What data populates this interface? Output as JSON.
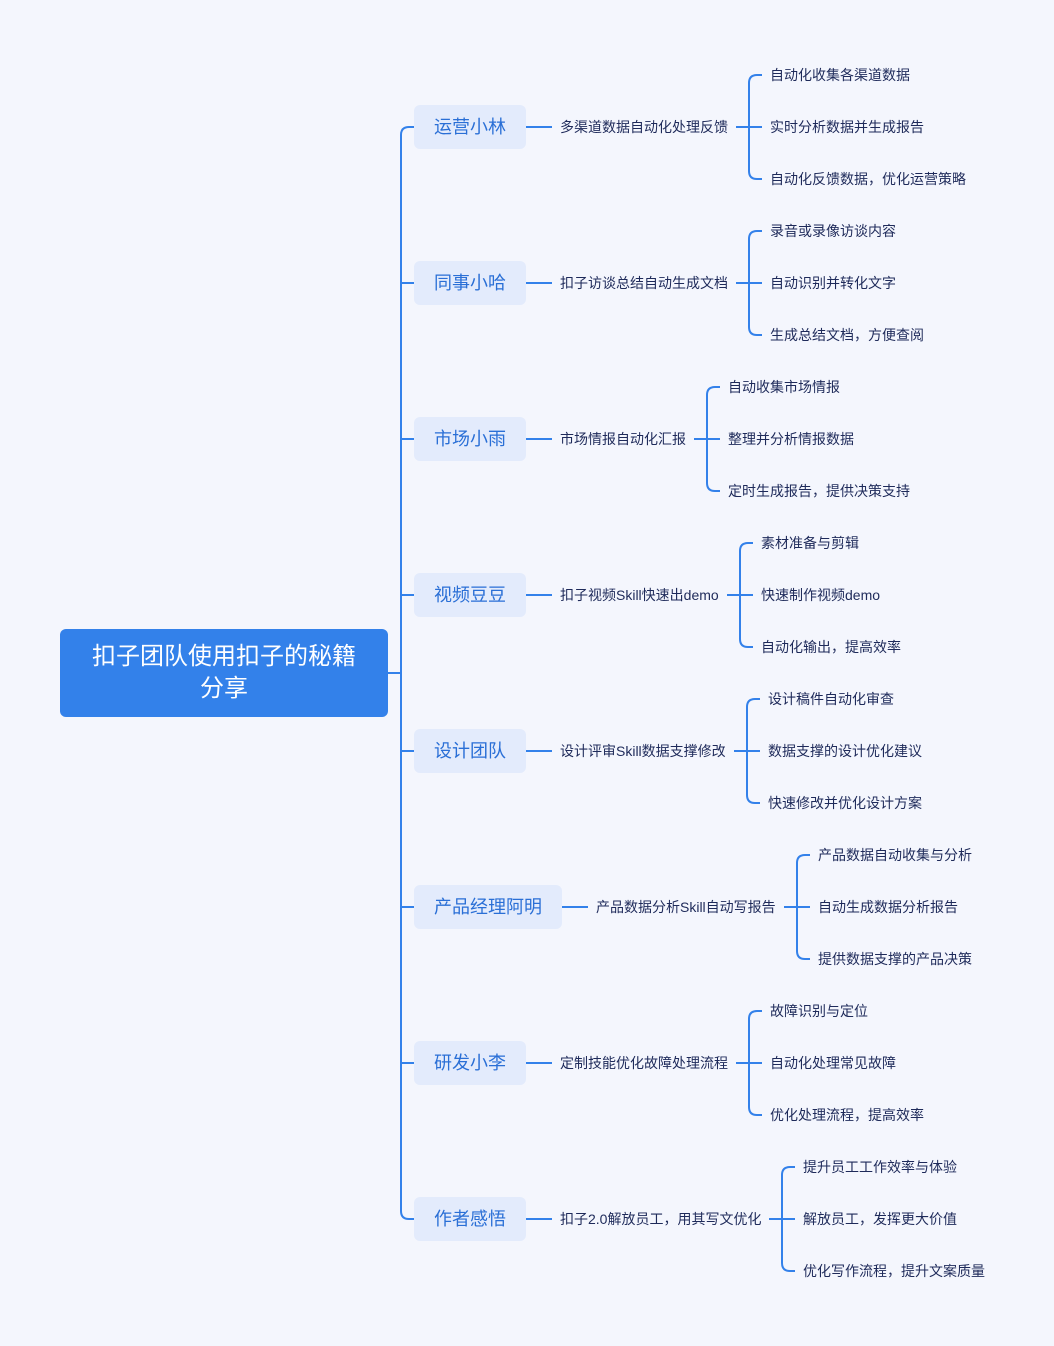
{
  "root": {
    "title": "扣子团队使用扣子的秘籍分享"
  },
  "colors": {
    "accent": "#3381ea",
    "branch_bg": "#e3ebfc",
    "branch_text": "#2a6fd6",
    "text": "#1e2a5a",
    "background": "#f4f6fd"
  },
  "branches": [
    {
      "label": "运营小林",
      "summary": "多渠道数据自动化处理反馈",
      "leaves": [
        "自动化收集各渠道数据",
        "实时分析数据并生成报告",
        "自动化反馈数据，优化运营策略"
      ]
    },
    {
      "label": "同事小哈",
      "summary": "扣子访谈总结自动生成文档",
      "leaves": [
        "录音或录像访谈内容",
        "自动识别并转化文字",
        "生成总结文档，方便查阅"
      ]
    },
    {
      "label": "市场小雨",
      "summary": "市场情报自动化汇报",
      "leaves": [
        "自动收集市场情报",
        "整理并分析情报数据",
        "定时生成报告，提供决策支持"
      ]
    },
    {
      "label": "视频豆豆",
      "summary": "扣子视频Skill快速出demo",
      "leaves": [
        "素材准备与剪辑",
        "快速制作视频demo",
        "自动化输出，提高效率"
      ]
    },
    {
      "label": "设计团队",
      "summary": "设计评审Skill数据支撑修改",
      "leaves": [
        "设计稿件自动化审查",
        "数据支撑的设计优化建议",
        "快速修改并优化设计方案"
      ]
    },
    {
      "label": "产品经理阿明",
      "summary": "产品数据分析Skill自动写报告",
      "leaves": [
        "产品数据自动收集与分析",
        "自动生成数据分析报告",
        "提供数据支撑的产品决策"
      ]
    },
    {
      "label": "研发小李",
      "summary": "定制技能优化故障处理流程",
      "leaves": [
        "故障识别与定位",
        "自动化处理常见故障",
        "优化处理流程，提高效率"
      ]
    },
    {
      "label": "作者感悟",
      "summary": "扣子2.0解放员工，用其写文优化",
      "leaves": [
        "提升员工工作效率与体验",
        "解放员工，发挥更大价值",
        "优化写作流程，提升文案质量"
      ]
    }
  ]
}
